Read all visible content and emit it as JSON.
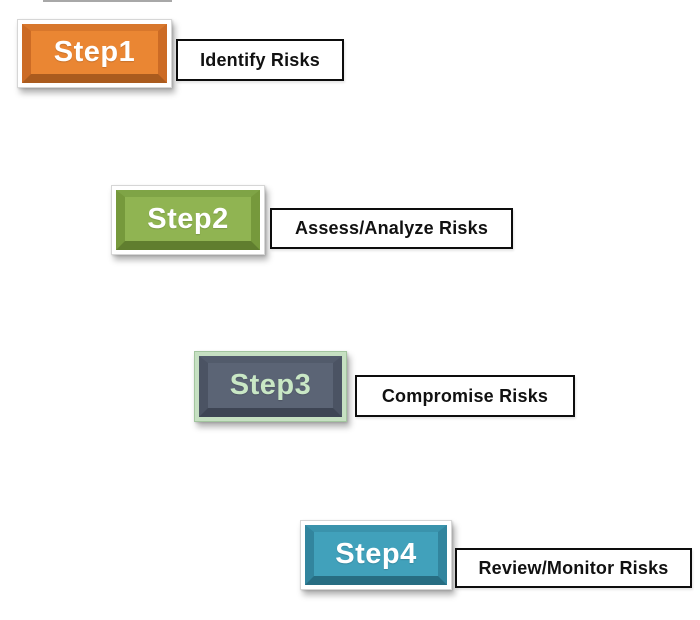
{
  "diagram": {
    "type": "process-steps",
    "background": "#FFFFFF",
    "top_edge_artifact_color": "#A8A8A8"
  },
  "label_box": {
    "border_color": "#0D0D0D",
    "background": "#FFFFFF",
    "text_color": "#111111"
  },
  "steps": [
    {
      "button_label": "Step1",
      "description": "Identify Risks",
      "colors": {
        "center": "#EA8633",
        "btop": "#D8772C",
        "bside": "#CC6B25",
        "bbottom": "#AA5B1E",
        "frame": "#FFFFFF",
        "frameborder": "#D6D6D6",
        "btext": "#FFFFFF"
      }
    },
    {
      "button_label": "Step2",
      "description": "Assess/Analyze Risks",
      "colors": {
        "center": "#90B452",
        "btop": "#7FA446",
        "bside": "#76993C",
        "bbottom": "#607E2F",
        "frame": "#FFFFFF",
        "frameborder": "#D6D6D6",
        "btext": "#FFFFFF"
      }
    },
    {
      "button_label": "Step3",
      "description": "Compromise Risks",
      "colors": {
        "center": "#5B6475",
        "btop": "#525B6B",
        "bside": "#4B5363",
        "bbottom": "#3E4554",
        "frame": "#C6E0C2",
        "frameborder": "#A3C59F",
        "btext": "#C9E7C5"
      }
    },
    {
      "button_label": "Step4",
      "description": "Review/Monitor Risks",
      "colors": {
        "center": "#41A1BB",
        "btop": "#3A93AC",
        "bside": "#32859E",
        "bbottom": "#276D82",
        "frame": "#FFFFFF",
        "frameborder": "#D6D6D6",
        "btext": "#FFFFFF"
      }
    }
  ]
}
